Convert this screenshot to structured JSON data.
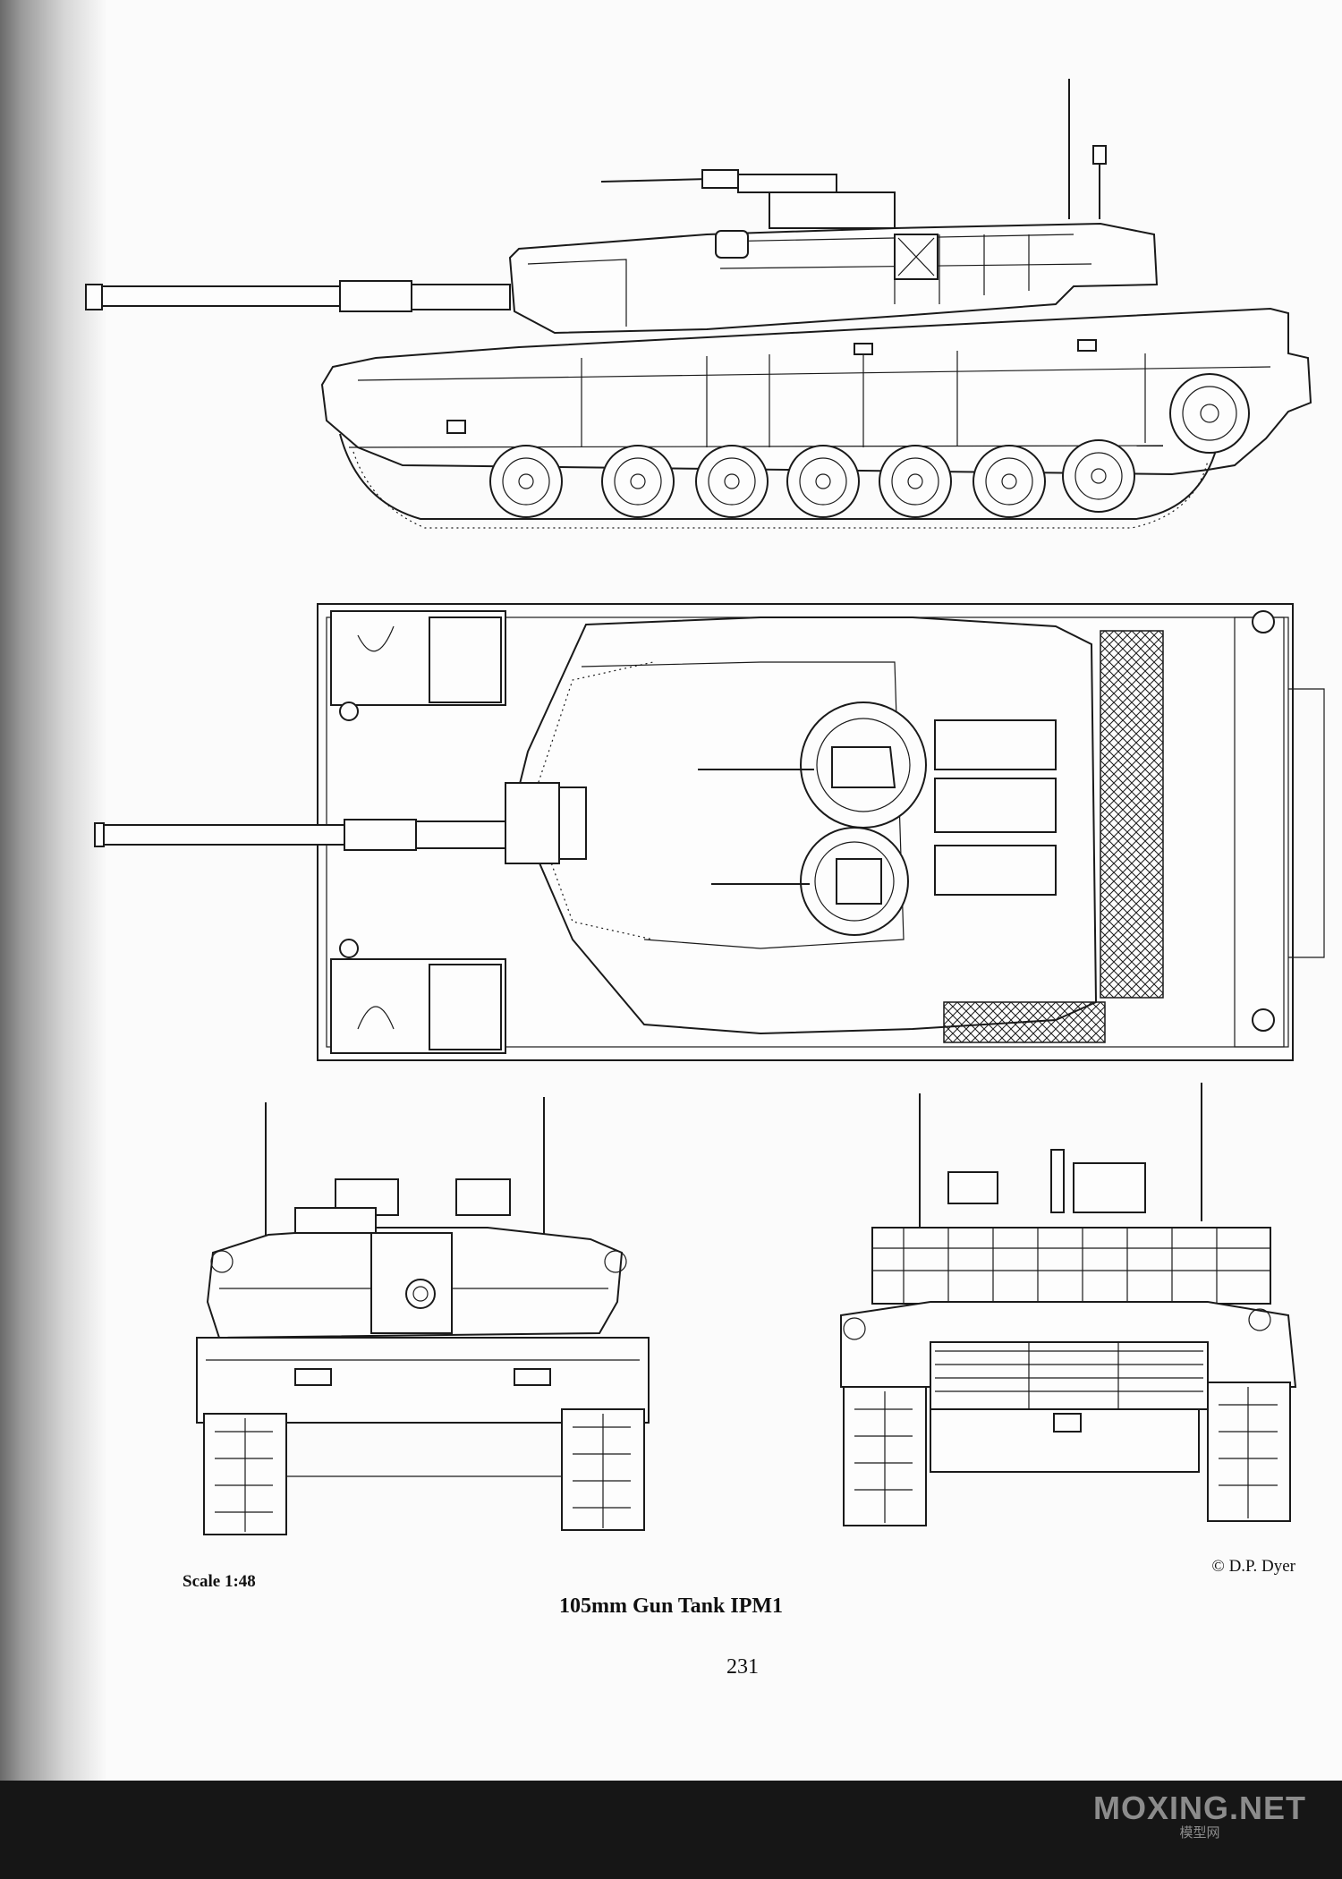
{
  "page": {
    "scale_note": "Scale 1:48",
    "copyright": "© D.P. Dyer",
    "caption": "105mm Gun Tank IPM1",
    "page_number": "231"
  },
  "watermark": {
    "text": "MOXING.NET",
    "subtext": "模型网"
  },
  "views": [
    "side-view",
    "top-view",
    "front-view",
    "rear-view"
  ],
  "colors": {
    "ink": "#1a1a1a",
    "paper": "#fbfbfb",
    "bottom_band": "#161616",
    "watermark": "#8c8c8c"
  }
}
